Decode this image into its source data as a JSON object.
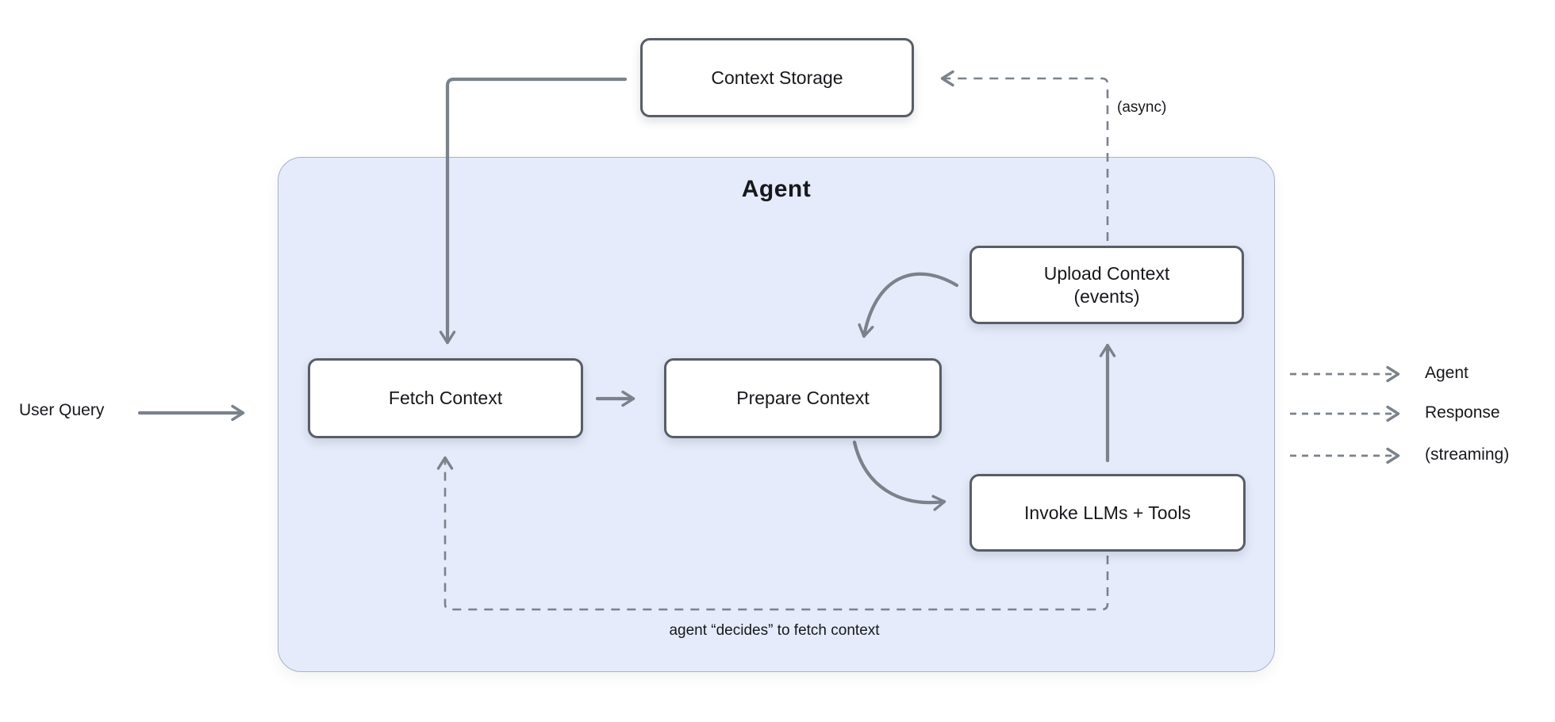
{
  "diagram": {
    "container_title": "Agent",
    "nodes": {
      "context_storage": {
        "label": "Context Storage"
      },
      "fetch_context": {
        "label": "Fetch Context"
      },
      "prepare_context": {
        "label": "Prepare Context"
      },
      "upload_context": {
        "label": "Upload Context\n(events)"
      },
      "invoke_llms_tools": {
        "label": "Invoke LLMs + Tools"
      }
    },
    "annotations": {
      "user_query": "User Query",
      "async_note": "(async)",
      "decides_note": "agent “decides” to fetch context",
      "output_labels": [
        "Agent",
        "Response",
        "(streaming)"
      ]
    },
    "edges": [
      {
        "from": "user_query",
        "to": "agent",
        "style": "solid"
      },
      {
        "from": "context_storage",
        "to": "fetch_context",
        "style": "solid"
      },
      {
        "from": "fetch_context",
        "to": "prepare_context",
        "style": "solid"
      },
      {
        "from": "prepare_context",
        "to": "invoke_llms_tools",
        "style": "solid-curved"
      },
      {
        "from": "invoke_llms_tools",
        "to": "upload_context",
        "style": "solid"
      },
      {
        "from": "upload_context",
        "to": "prepare_context",
        "style": "solid-curved"
      },
      {
        "from": "upload_context",
        "to": "context_storage",
        "style": "dashed",
        "note": "(async)"
      },
      {
        "from": "invoke_llms_tools",
        "to": "fetch_context",
        "style": "dashed",
        "note": "agent “decides” to fetch context"
      },
      {
        "from": "agent",
        "to": "output_labels",
        "style": "dashed"
      }
    ],
    "colors": {
      "canvas_bg": "#FFFFFF",
      "agent_fill": "#E5EBFA",
      "agent_border": "#A9B2C2",
      "node_fill": "#FFFFFF",
      "node_border": "#585D66",
      "arrow": "#7B828B",
      "text": "#17181C"
    }
  }
}
